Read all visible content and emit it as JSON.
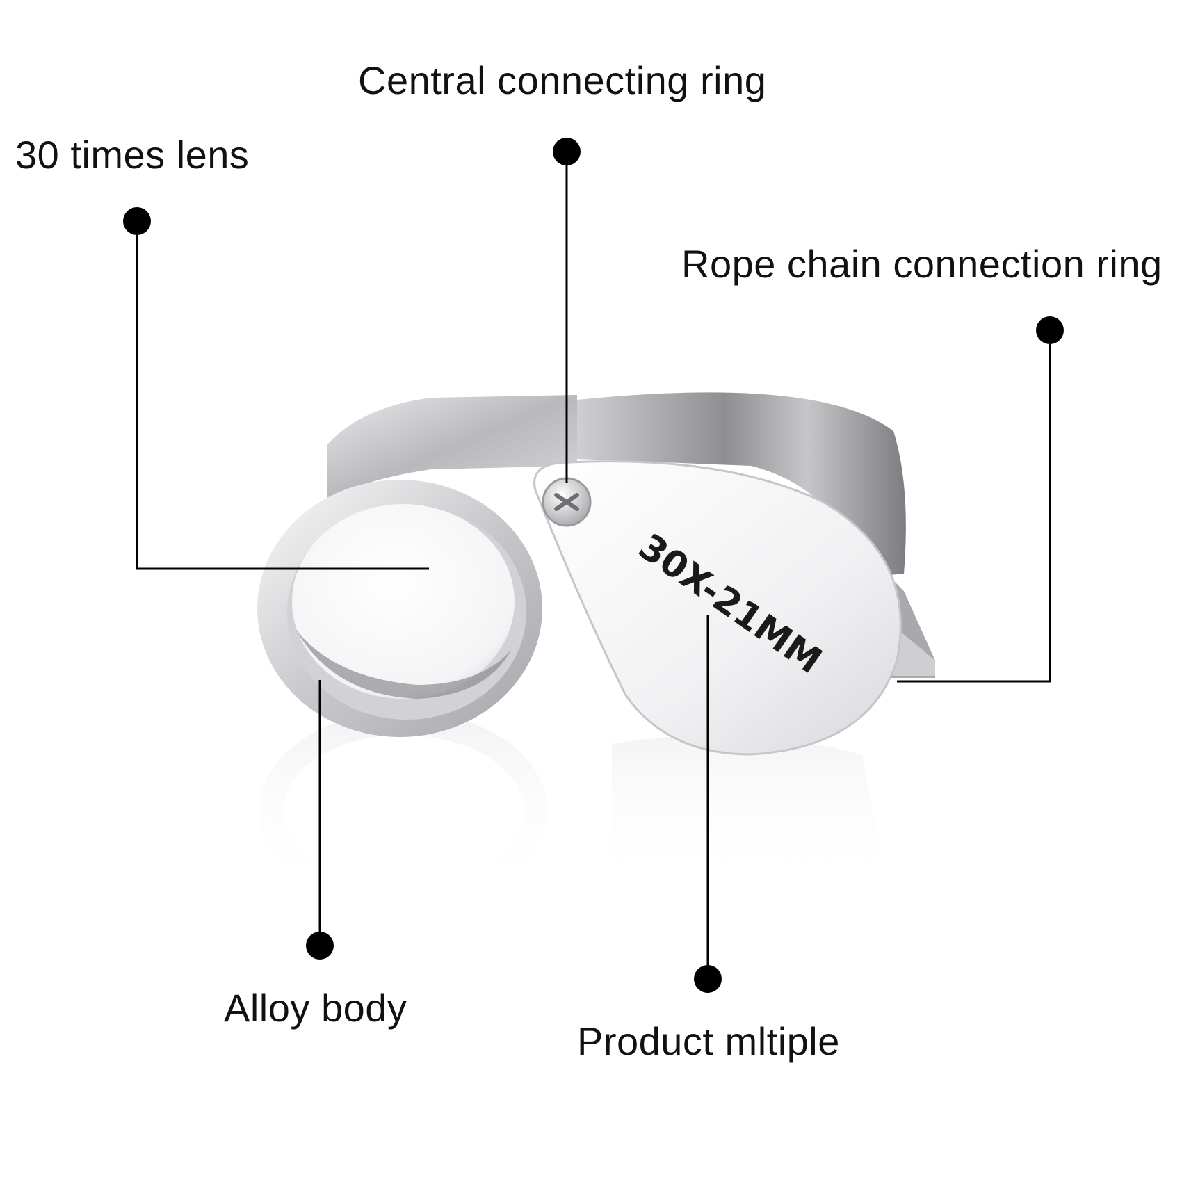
{
  "callouts": {
    "central_ring": "Central connecting ring",
    "lens": "30 times lens",
    "rope_ring": "Rope chain connection ring",
    "alloy_body": "Alloy body",
    "product_multiple": "Product mltiple"
  },
  "product": {
    "engraving": "30X-21MM"
  },
  "colors": {
    "background": "#ffffff",
    "text": "#111111",
    "leader_line": "#000000",
    "metal_light": "#f2f2f4",
    "metal_dark": "#9a9a9e"
  }
}
